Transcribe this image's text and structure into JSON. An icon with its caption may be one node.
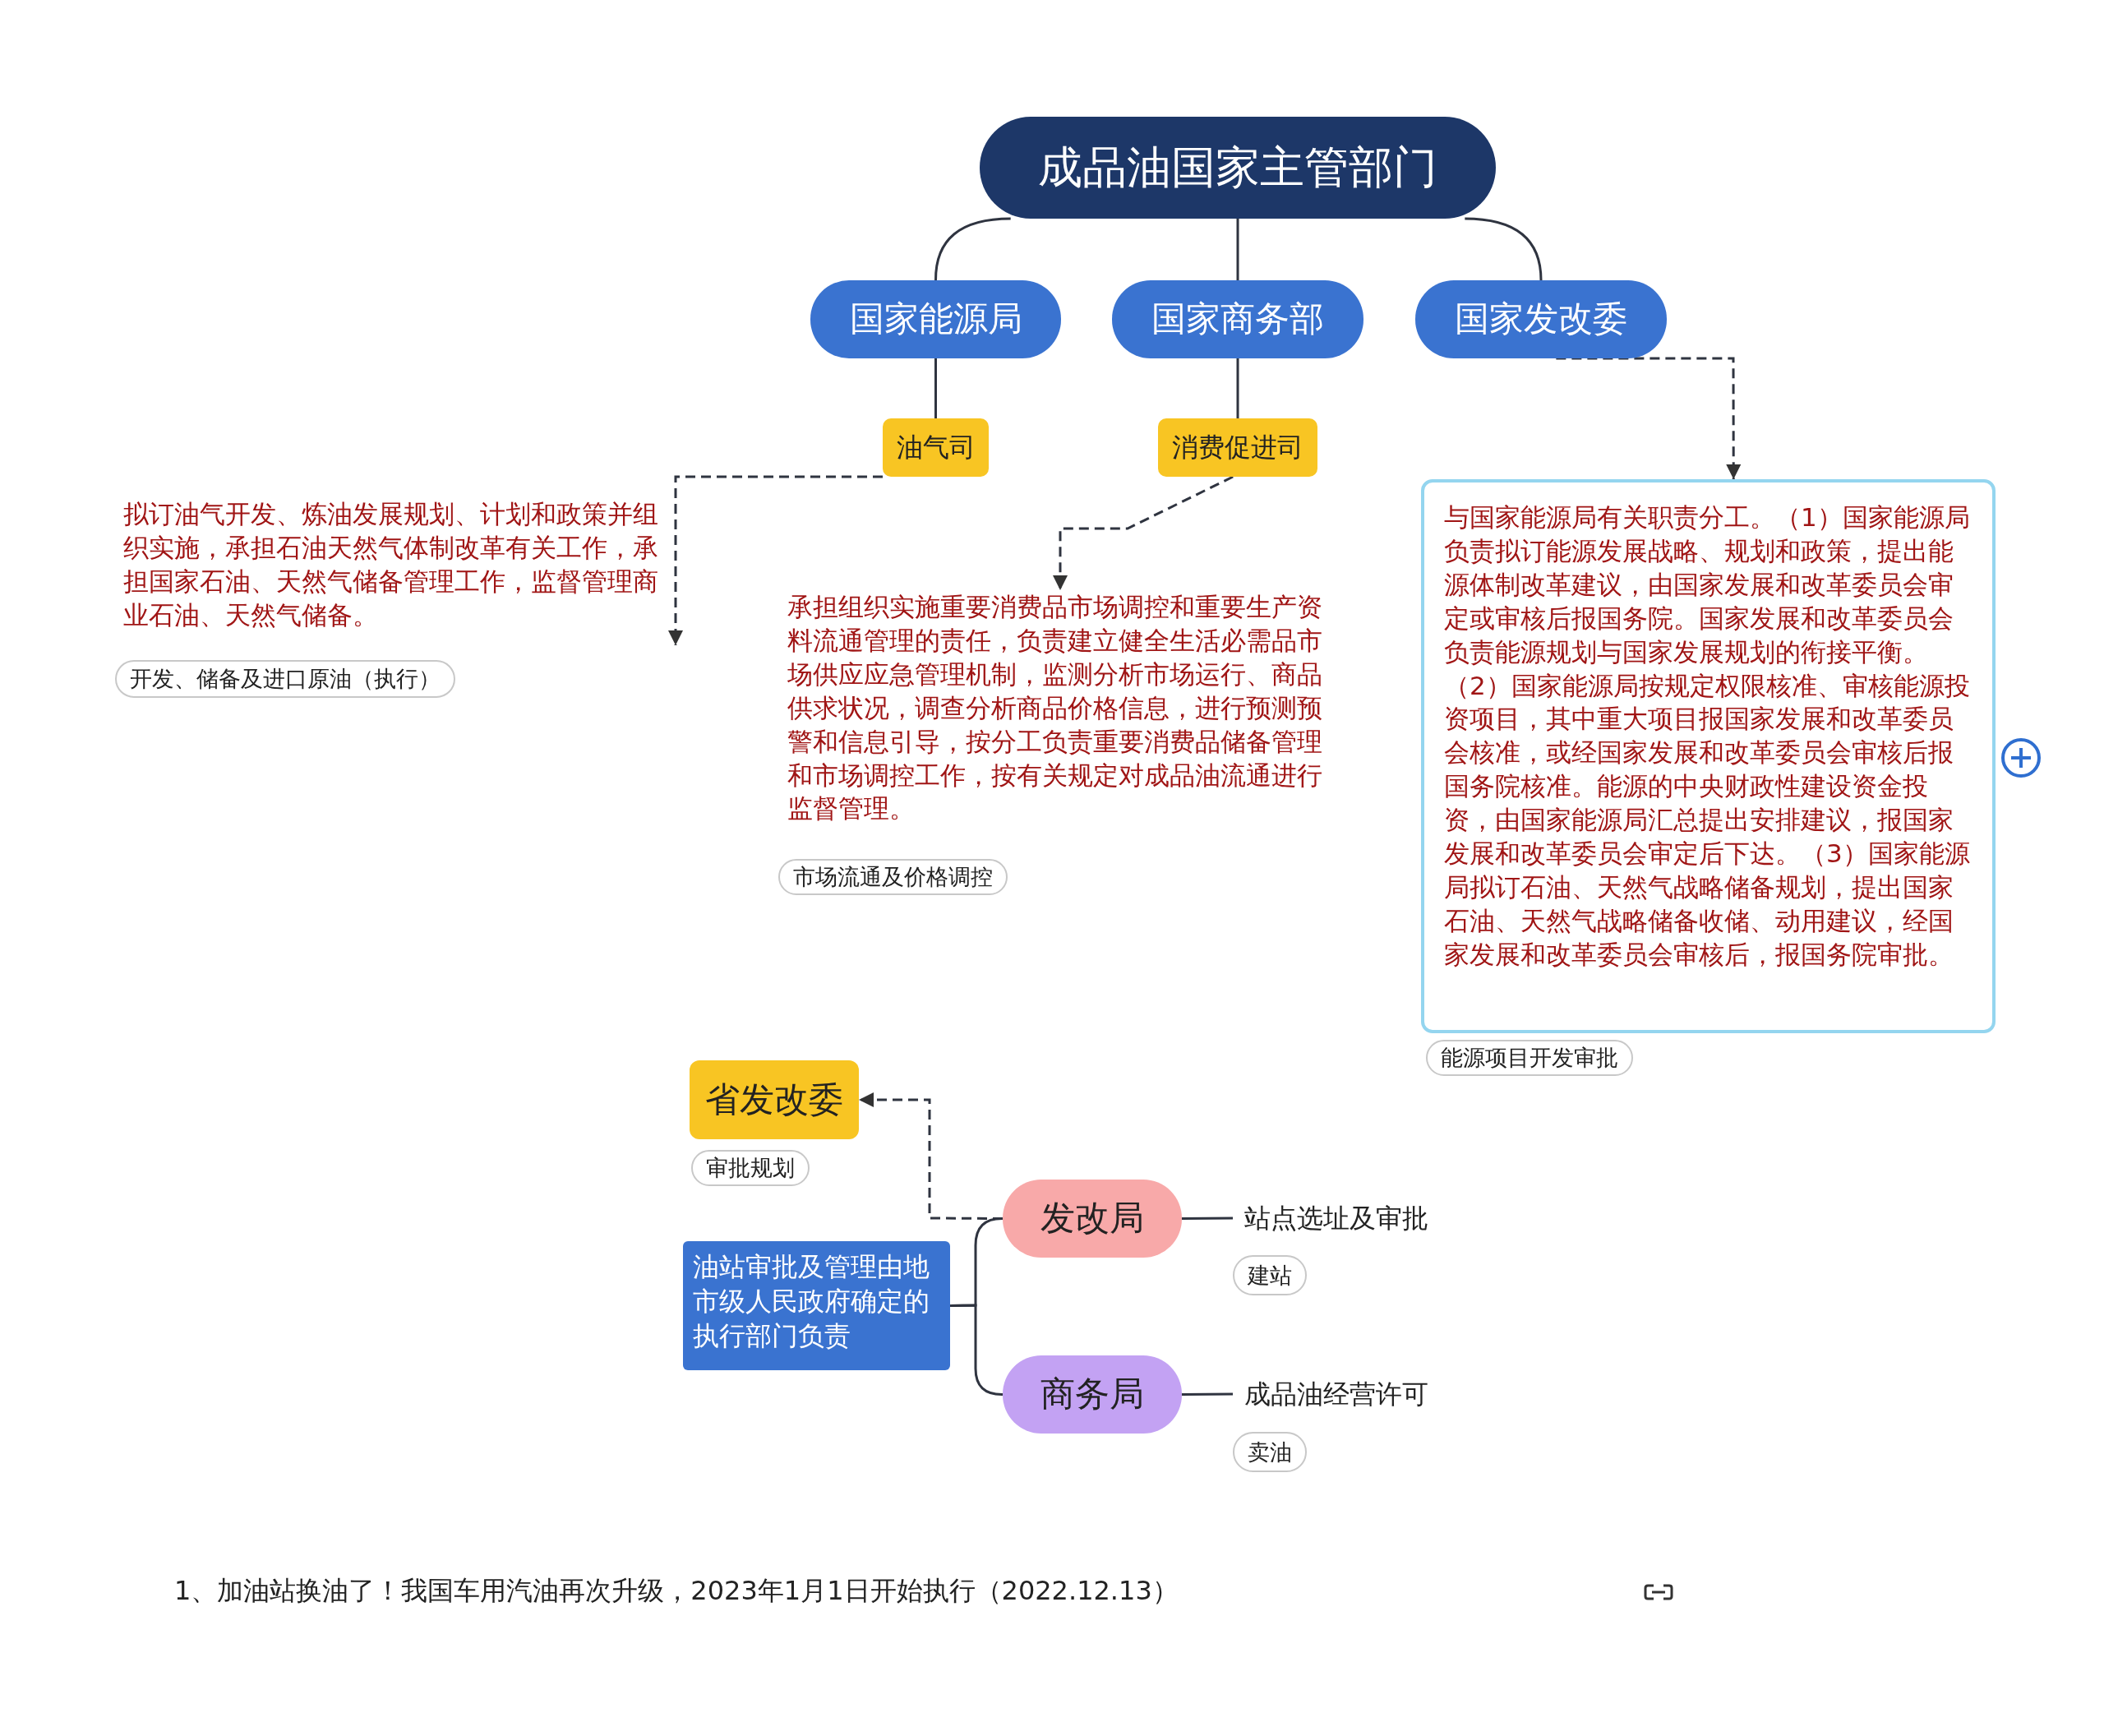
{
  "diagram": {
    "nodes": [
      {
        "text": [
          "成品油国家主管部门"
        ]
      },
      {
        "text": [
          "国家能源局"
        ]
      },
      {
        "text": [
          "国家商务部"
        ]
      },
      {
        "text": [
          "国家发改委"
        ]
      },
      {
        "text": [
          "油气司"
        ]
      },
      {
        "text": [
          "消费促进司"
        ]
      },
      {
        "text": [
          "拟订油气开发、炼油发展规划、计划和政策并组织实施，承担石油天然气体制改革有关工作，承担国家石油、天然气储备管理工作，监督管理商业石油、天然气储备。"
        ],
        "beside": [
          "开发、储备及进口原油（执行）"
        ]
      },
      {
        "text": [
          "承担组织实施重要消费品市场调控和重要生产资料流通管理的责任，负责建立健全生活必需品市场供应应急管理机制，监测分析市场运行、商品供求状况，调查分析商品价格信息，进行预测预警和信息引导，按分工负责重要消费品储备管理和市场调控工作，按有关规定对成品油流通进行监督管理。"
        ],
        "beside": [
          "市场流通及价格调控"
        ]
      },
      {
        "text": [
          "与国家能源局有关职责分工。（1）国家能源局负责拟订能源发展战略、规划和政策，提出能源体制改革建议，由国家发展和改革委员会审定或审核后报国务院。国家发展和改革委员会负责能源规划与国家发展规划的衔接平衡。（2）国家能源局按规定权限核准、审核能源投资项目，其中重大项目报国家发展和改革委员会核准，或经国家发展和改革委员会审核后报国务院核准。能源的中央财政性建设资金投资，由国家能源局汇总提出安排建议，报国家发展和改革委员会审定后下达。（3）国家能源局拟订石油、天然气战略储备规划，提出国家石油、天然气战略储备收储、动用建议，经国家发展和改革委员会审核后，报国务院审批。"
        ],
        "beside": [
          "能源项目开发审批"
        ]
      },
      {
        "text": [
          "省发改委"
        ],
        "beside": [
          "审批规划"
        ]
      },
      {
        "text": [
          "油站审批及管理由地市级人民政府确定的执行部门负责"
        ]
      },
      {
        "text": [
          "发改局"
        ]
      },
      {
        "text": [
          "商务局"
        ]
      },
      {
        "text": [
          "站点选址及审批"
        ],
        "beside": [
          "建站"
        ]
      },
      {
        "text": [
          "成品油经营许可"
        ],
        "beside": [
          "卖油"
        ]
      }
    ],
    "edges": [
      {
        "from": 0,
        "to": 1,
        "arrow": "none"
      },
      {
        "from": 0,
        "to": 2,
        "arrow": "none"
      },
      {
        "from": 0,
        "to": 3,
        "arrow": "none"
      },
      {
        "from": 1,
        "to": 4,
        "arrow": "none"
      },
      {
        "from": 2,
        "to": 5,
        "arrow": "none"
      },
      {
        "from": 3,
        "to": 8,
        "arrow": "to",
        "style": "dashed"
      },
      {
        "from": 4,
        "to": 6,
        "arrow": "to",
        "style": "dashed"
      },
      {
        "from": 5,
        "to": 7,
        "arrow": "to",
        "style": "dashed"
      },
      {
        "from": 11,
        "to": 9,
        "arrow": "to",
        "style": "dashed"
      },
      {
        "from": 10,
        "to": 11,
        "arrow": "none"
      },
      {
        "from": 10,
        "to": 12,
        "arrow": "none"
      },
      {
        "from": 11,
        "to": 13,
        "arrow": "none"
      },
      {
        "from": 12,
        "to": 14,
        "arrow": "none"
      }
    ],
    "labels": [
      "1、加油站换油了！我国车用汽油再次升级，2023年1月1日开始执行（2022.12.13）"
    ]
  }
}
